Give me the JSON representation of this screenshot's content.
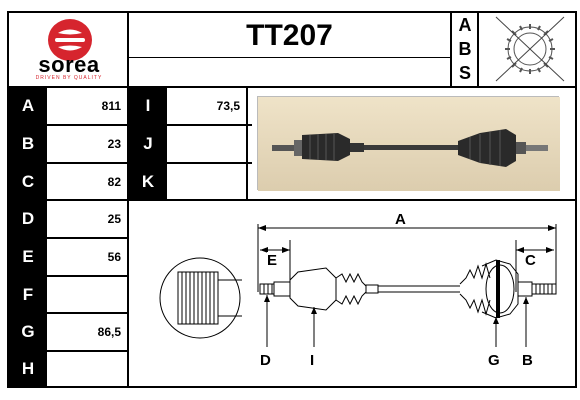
{
  "brand": {
    "name": "sorea",
    "tagline": "DRIVEN BY QUALITY",
    "color": "#d6252e"
  },
  "part_number": "TT207",
  "abs_letters": [
    "A",
    "B",
    "S"
  ],
  "specs": [
    {
      "label": "A",
      "value": "811"
    },
    {
      "label": "B",
      "value": "23"
    },
    {
      "label": "C",
      "value": "82"
    },
    {
      "label": "D",
      "value": "25"
    },
    {
      "label": "E",
      "value": "56"
    },
    {
      "label": "F",
      "value": ""
    },
    {
      "label": "G",
      "value": "86,5"
    },
    {
      "label": "H",
      "value": ""
    }
  ],
  "specs2": [
    {
      "label": "I",
      "value": "73,5"
    },
    {
      "label": "J",
      "value": ""
    },
    {
      "label": "K",
      "value": ""
    }
  ],
  "diagram_labels": {
    "a": "A",
    "c": "C",
    "d": "D",
    "e": "E",
    "g": "G",
    "b": "B",
    "i": "I"
  }
}
